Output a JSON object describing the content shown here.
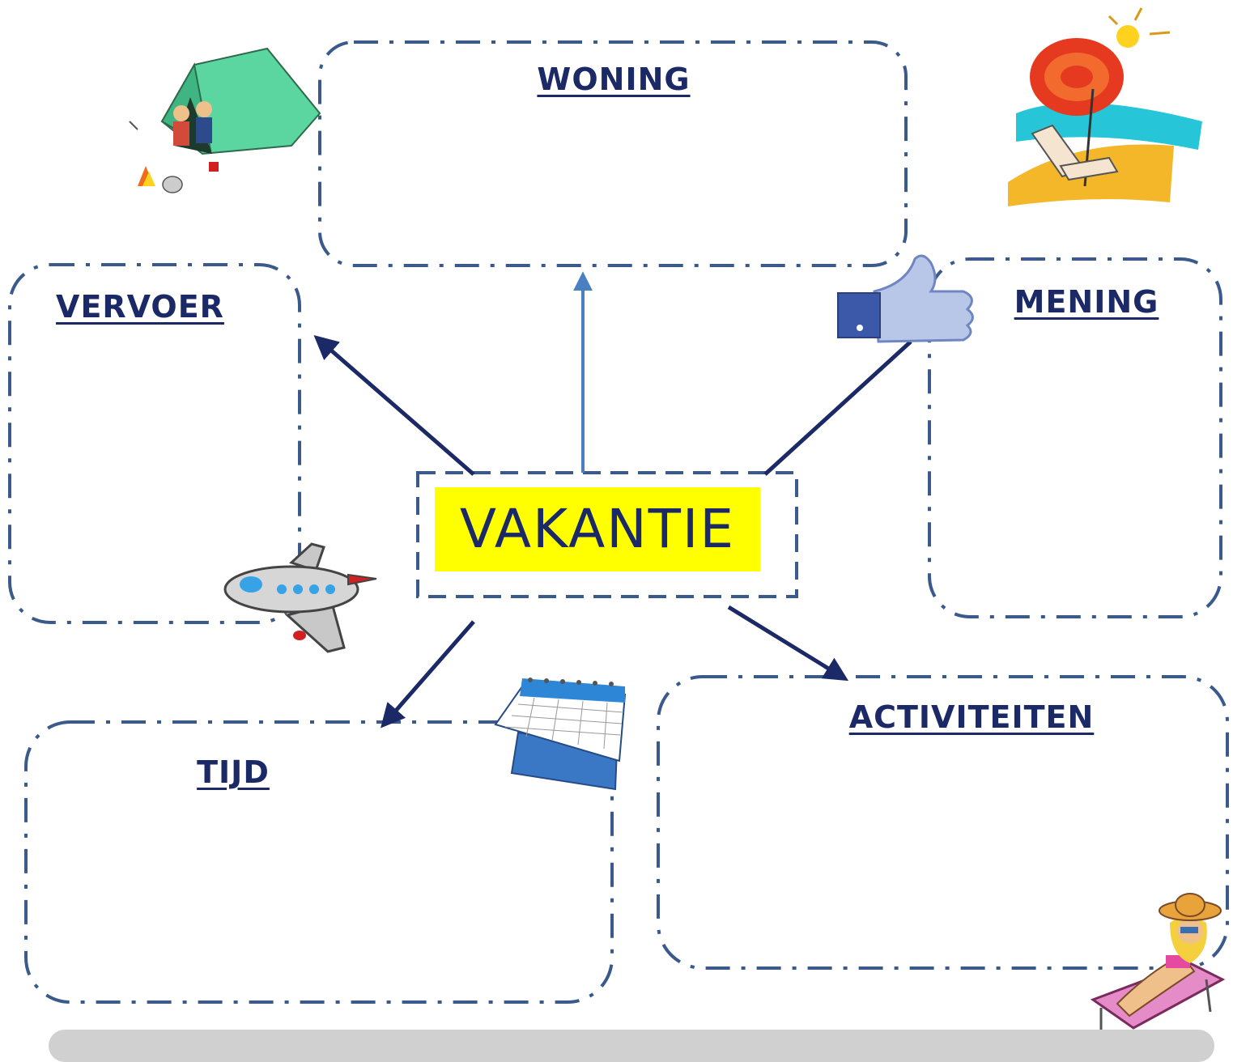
{
  "center": {
    "label": "VAKANTIE"
  },
  "boxes": {
    "woning": "WONING",
    "vervoer": "VERVOER",
    "mening": "MENING",
    "tijd": "TIJD",
    "activiteiten": "ACTIVITEITEN"
  },
  "colors": {
    "box_stroke": "#3a5a8c",
    "arrow_dark": "#1b2a66",
    "arrow_light": "#4a7fc1",
    "highlight": "#ffff00",
    "title_text": "#1b2a66"
  },
  "icons": [
    "tent-camping-icon",
    "beach-umbrella-icon",
    "thumbs-up-icon",
    "airplane-icon",
    "calendar-icon",
    "sunbathing-woman-icon"
  ]
}
